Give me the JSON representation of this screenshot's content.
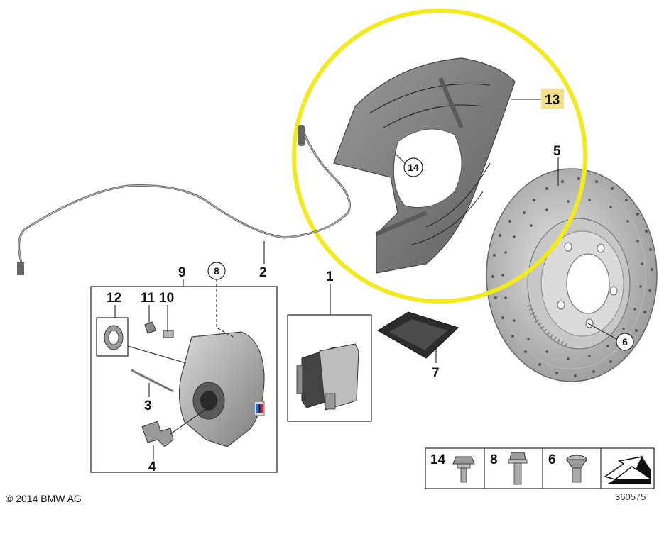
{
  "diagram": {
    "copyright": "© 2014 BMW AG",
    "reference_number": "360575",
    "highlight_color": "#f2ea1d",
    "label_highlight_color": "#f5e08a",
    "callouts": {
      "p1": "1",
      "p2": "2",
      "p3": "3",
      "p4": "4",
      "p5": "5",
      "p6": "6",
      "p7": "7",
      "p8": "8",
      "p9": "9",
      "p10": "10",
      "p11": "11",
      "p12": "12",
      "p13": "13",
      "p14": "14"
    },
    "parts_table": {
      "items": [
        "14",
        "8",
        "6"
      ]
    }
  }
}
